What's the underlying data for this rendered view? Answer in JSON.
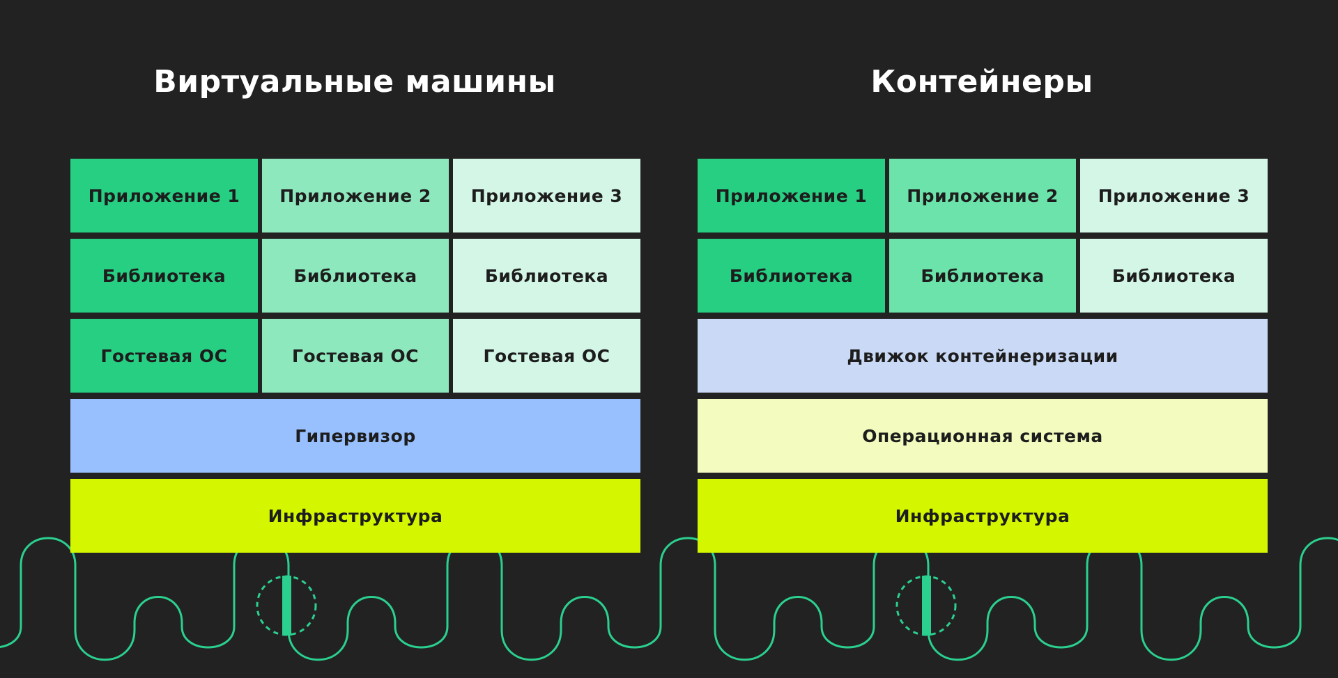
{
  "left": {
    "title": "Виртуальные машины",
    "apps": [
      "Приложение 1",
      "Приложение 2",
      "Приложение 3"
    ],
    "libs": [
      "Библиотека",
      "Библиотека",
      "Библиотека"
    ],
    "guest_os": [
      "Гостевая ОС",
      "Гостевая ОС",
      "Гостевая ОС"
    ],
    "hypervisor": "Гипервизор",
    "infrastructure": "Инфраструктура"
  },
  "right": {
    "title": "Контейнеры",
    "apps": [
      "Приложение 1",
      "Приложение 2",
      "Приложение 3"
    ],
    "libs": [
      "Библиотека",
      "Библиотека",
      "Библиотека"
    ],
    "engine": "Движок контейнеризации",
    "os": "Операционная система",
    "infrastructure": "Инфраструктура"
  },
  "colors": {
    "background": "#222222",
    "green_dark": "#27cf83",
    "green_mid": "#8ee8bd",
    "green_light": "#d3f6e6",
    "right_mid": "#6ce3aa",
    "hypervisor": "#98c0ff",
    "engine": "#cad9f5",
    "os": "#f3fcbe",
    "infrastructure": "#d4f700",
    "wave": "#2bd08f"
  }
}
